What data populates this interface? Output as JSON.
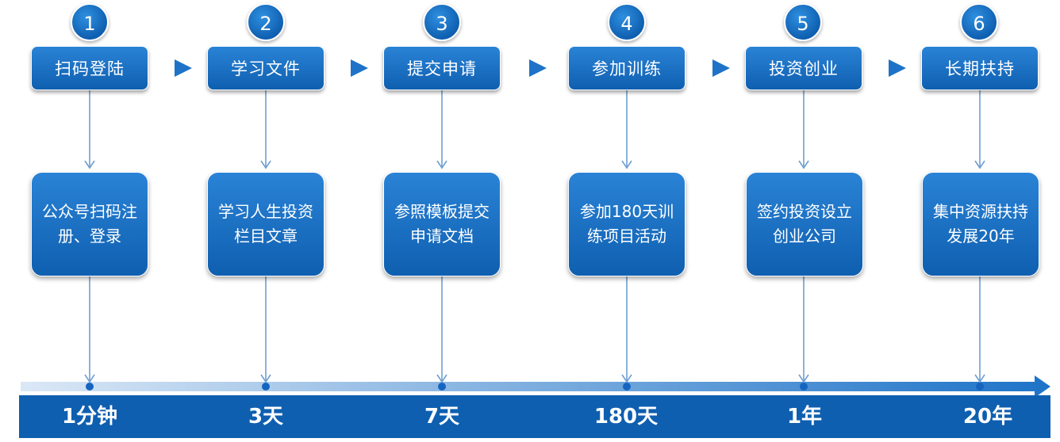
{
  "steps": [
    {
      "number": "1",
      "title": "扫码登陆",
      "description": "公众号扫码注册、登录",
      "duration": "1分钟"
    },
    {
      "number": "2",
      "title": "学习文件",
      "description": "学习人生投资栏目文章",
      "duration": "3天"
    },
    {
      "number": "3",
      "title": "提交申请",
      "description": "参照模板提交申请文档",
      "duration": "7天"
    },
    {
      "number": "4",
      "title": "参加训练",
      "description": "参加180天训练项目活动",
      "duration": "180天"
    },
    {
      "number": "5",
      "title": "投资创业",
      "description": "签约投资设立创业公司",
      "duration": "1年"
    },
    {
      "number": "6",
      "title": "长期扶持",
      "description": "集中资源扶持发展20年",
      "duration": "20年"
    }
  ],
  "colors": {
    "primary": "#0f5fb0",
    "accent": "#2a83d6",
    "connector": "#6f9fd0"
  }
}
